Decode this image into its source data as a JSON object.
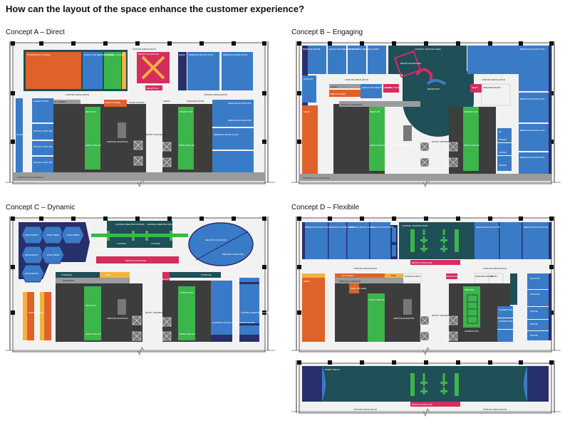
{
  "question": "How can the layout of the space enhance the customer experience?",
  "colors": {
    "blue": "#3a7bc8",
    "dark": "#3d3d3d",
    "green": "#3cb54a",
    "orange": "#e0622b",
    "teal": "#1f4f57",
    "magenta": "#d42d5e",
    "navy": "#27306b",
    "gray": "#9b9b9b",
    "light": "#f2f2f2",
    "yellow": "#f2b33d"
  },
  "concepts": [
    {
      "title": "Concept A – Direct",
      "labels": {
        "circulation_top": "VISITOR CIRCULATION",
        "circulation_mid": "VISITOR CIRCULATION",
        "circulation_mid2": "VISITOR CIRCULATION",
        "afternoon": "AFTERNOON LOUNGE",
        "exec": "EXECUTIVE MEETING ROOM",
        "morning": "MORNING LOUNGE",
        "brand": "BRAND SHOWCASE",
        "reception": "RECEPTION",
        "demo": "DEMO",
        "briefing1": "BRIEFING ROOM 15 PPL",
        "briefing2": "BRIEFING ROOM 15 PPL",
        "green_room": "GREEN ROOM",
        "av_admin": "AV / ADMIN",
        "prep": "PREP KITCHEN",
        "stair": "STAIR ACCESS",
        "admin": "ADMIN",
        "speaker": "SPEAKER ROOM",
        "mens": "MEN'S RR",
        "womens": "WOMEN'S RR",
        "service": "SERVICE ELEVATOR",
        "entry": "ENTRY VESTIBULE",
        "phone1": "PHONE / DISCUSS",
        "phone2": "PHONE / DISCUSS",
        "phone3": "PHONE / DISCUSS",
        "emp1": "EMPLOYEE RR",
        "emp2": "EMPLOYEE RR",
        "briefing8a": "BRIEFING ROOM 8 PPL",
        "briefing8b": "BRIEFING ROOM 8 PPL",
        "briefing10": "BRIEFING ROOM 10 PPL",
        "storage": "STORAGE",
        "existing": "EXISTING OFFICE SPACE"
      }
    },
    {
      "title": "Concept B – Engaging",
      "labels": {
        "lounge": "LOUNGE / WAITING AREA",
        "briefing_tl": "BRIEFING ROOM",
        "exec1": "EXECUTIVE MEETING ROOM",
        "exec2": "EXECUTIVE MEETING ROOM",
        "brand": "BRAND SHOWCASE",
        "reception": "RECEPTION",
        "briefing_tr": "BRIEFING ROOM 15 PPL",
        "circ1": "VISITOR CIRCULATION",
        "circ2": "VISITOR CIRCULATION",
        "admin": "ADMIN",
        "prep": "PREP KITCHEN",
        "service_corr": "SERVICE CORRIDOR",
        "exec3": "EXECUTIVE MEETING ROOM",
        "conc": "CONCIL ROOM",
        "demo": "DEMO",
        "speaker": "SPEAKER ROOM",
        "discuss": "DISCUSS",
        "mens": "MEN'S RR",
        "womens": "WOMEN'S RR",
        "service": "SERVICE ELEVATOR",
        "entry": "ENTRY VESTIBULE",
        "emp1": "EMPLOYEE RR",
        "emp2": "EMPLOYEE RR",
        "briefing_r1": "BRIEFING ROOM 12 PPL",
        "briefing_r2": "BRIEFING ROOM 12 PPL",
        "briefing_r3": "BRIEFING ROOM 12 PPL",
        "av": "AV",
        "phone1": "PHONE",
        "phone2": "PHONE",
        "phone3": "PHONE",
        "existing": "EXISTING OFFICE SPACE"
      }
    },
    {
      "title": "Concept C – Dynamic",
      "labels": {
        "disc1": "DISCUSSION",
        "exec_brief1": "EXEC BRIEF",
        "exec_brief2": "EXEC BRIEF",
        "disc2": "DISCUSSION",
        "exec_brief3": "EXEC BRIEF",
        "disc3": "DISCUSSION",
        "flex1": "FLEXIBLE MEETING ROOMS",
        "flex2": "FLEXIBLE MEETING ROOMS",
        "lounge1": "LOUNGE",
        "lounge2": "LOUNGE",
        "meeting1": "MEETING ROOM (20)",
        "meeting2": "MEETING ROOM (20)",
        "brand": "BRAND SHOWCASE",
        "storage1": "STORAGE",
        "chef": "CHEF",
        "corridor": "CORRIDOR",
        "reception": "RECEPTION",
        "storage2": "STORAGE",
        "dining": "DINING SPACE",
        "mens": "MEN'S RR",
        "womens": "WOMEN'S RR",
        "service": "SERVICE ELEVATOR",
        "entry": "ENTRY VESTIBULE",
        "emp1": "EMPLOYEE RR",
        "emp2": "EMPLOYEE RR",
        "flex_phone": "FLEXIBLE PHONE & DISCUSSION ROOMS",
        "flex_meet": "FLEXIBLE MEETING ROOMS"
      }
    },
    {
      "title": "Concept D – Flexibile",
      "labels": {
        "briefing1": "BRIEFING ROOM 15 PPL",
        "briefing2": "BRIEFING ROOM 15 PPL",
        "briefing3": "BRIEFING ROOM 15 PPL",
        "briefing4": "BRIEFING ROOM 8 PPL",
        "lounge": "LOUNGE / WAITING AREA",
        "briefing5": "BRIEFING ROOM 12 PPL",
        "briefing6": "BRIEFING ROOM 15 PPL",
        "brand": "BRAND SHOWCASE",
        "circ1": "VISITOR CIRCULATION",
        "circ2": "VISITOR CIRCULATION",
        "demo": "DEMO",
        "av_closet": "AV CLOSET",
        "service_corr": "SERVICE CORRIDOR",
        "chef": "CHEF",
        "stair": "STAIR ACCESS",
        "reception": "RECEPTION",
        "speaker": "SPEAKER ROOM",
        "admin": "ADMIN",
        "prep": "PREP KITCHEN",
        "employee": "EMPLOYEE RR",
        "service": "SERVICE ELEVATOR",
        "entry": "ENTRY VESTIBULE",
        "meeting": "MEETING",
        "womens": "WOMEN'S RR",
        "womens2": "WOMEN'S RR",
        "womens3": "WOMEN'S RR",
        "discuss1": "DISCUSS",
        "discuss2": "DISCUSS",
        "phone1": "PHONE",
        "phone2": "PHONE",
        "phone3": "PHONE",
        "event": "EVENT SPACE",
        "brand2": "BRAND SHOWCASE",
        "circ3": "VISITOR CIRCULATION",
        "circ4": "VISITOR CIRCULATION"
      }
    }
  ]
}
